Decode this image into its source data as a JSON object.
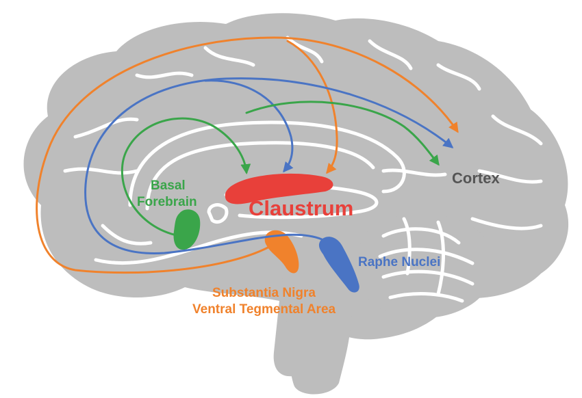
{
  "labels": {
    "cortex": "Cortex",
    "claustrum": "Claustrum",
    "basal_forebrain_line1": "Basal",
    "basal_forebrain_line2": "Forebrain",
    "raphe_nuclei": "Raphe Nuclei",
    "substantia_nigra_line1": "Substantia Nigra",
    "substantia_nigra_line2": "Ventral Tegmental Area"
  },
  "colors": {
    "brain": "#bdbdbd",
    "sulci": "#ffffff",
    "claustrum": "#e8403a",
    "basal_forebrain": "#3aa54a",
    "raphe_nuclei": "#4a74c4",
    "substantia_nigra": "#f0822c",
    "cortex_text": "#555555"
  },
  "projections": [
    {
      "source": "basal_forebrain",
      "targets": [
        "claustrum",
        "cortex"
      ]
    },
    {
      "source": "raphe_nuclei",
      "targets": [
        "claustrum",
        "cortex"
      ]
    },
    {
      "source": "substantia_nigra",
      "targets": [
        "claustrum",
        "cortex"
      ]
    }
  ]
}
